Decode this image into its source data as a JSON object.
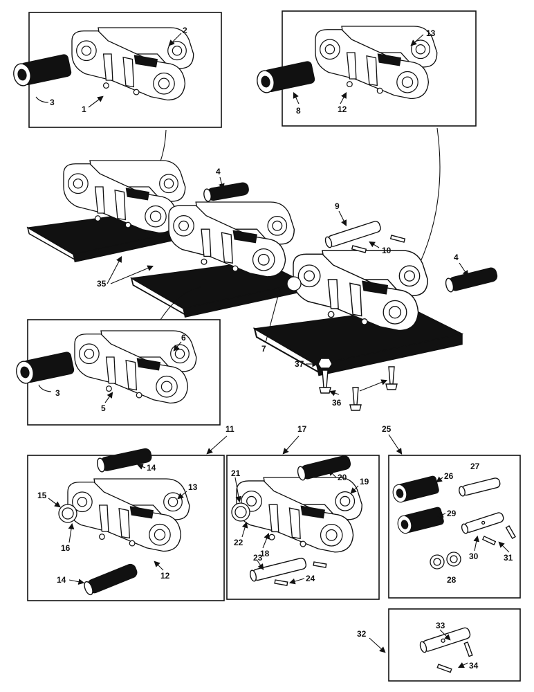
{
  "diagram": {
    "callouts": {
      "c1": "1",
      "c2": "2",
      "c3a": "3",
      "c3b": "3",
      "c4a": "4",
      "c4b": "4",
      "c5": "5",
      "c6": "6",
      "c7": "7",
      "c8": "8",
      "c9": "9",
      "c10": "10",
      "c11": "11",
      "c12a": "12",
      "c12b": "12",
      "c13a": "13",
      "c13b": "13",
      "c14a": "14",
      "c14b": "14",
      "c15": "15",
      "c16": "16",
      "c17": "17",
      "c18": "18",
      "c19": "19",
      "c20": "20",
      "c21": "21",
      "c22": "22",
      "c23": "23",
      "c24": "24",
      "c25": "25",
      "c26": "26",
      "c27": "27",
      "c28": "28",
      "c29": "29",
      "c30": "30",
      "c31": "31",
      "c32": "32",
      "c33": "33",
      "c34": "34",
      "c35": "35",
      "c36": "36",
      "c37": "37"
    }
  }
}
